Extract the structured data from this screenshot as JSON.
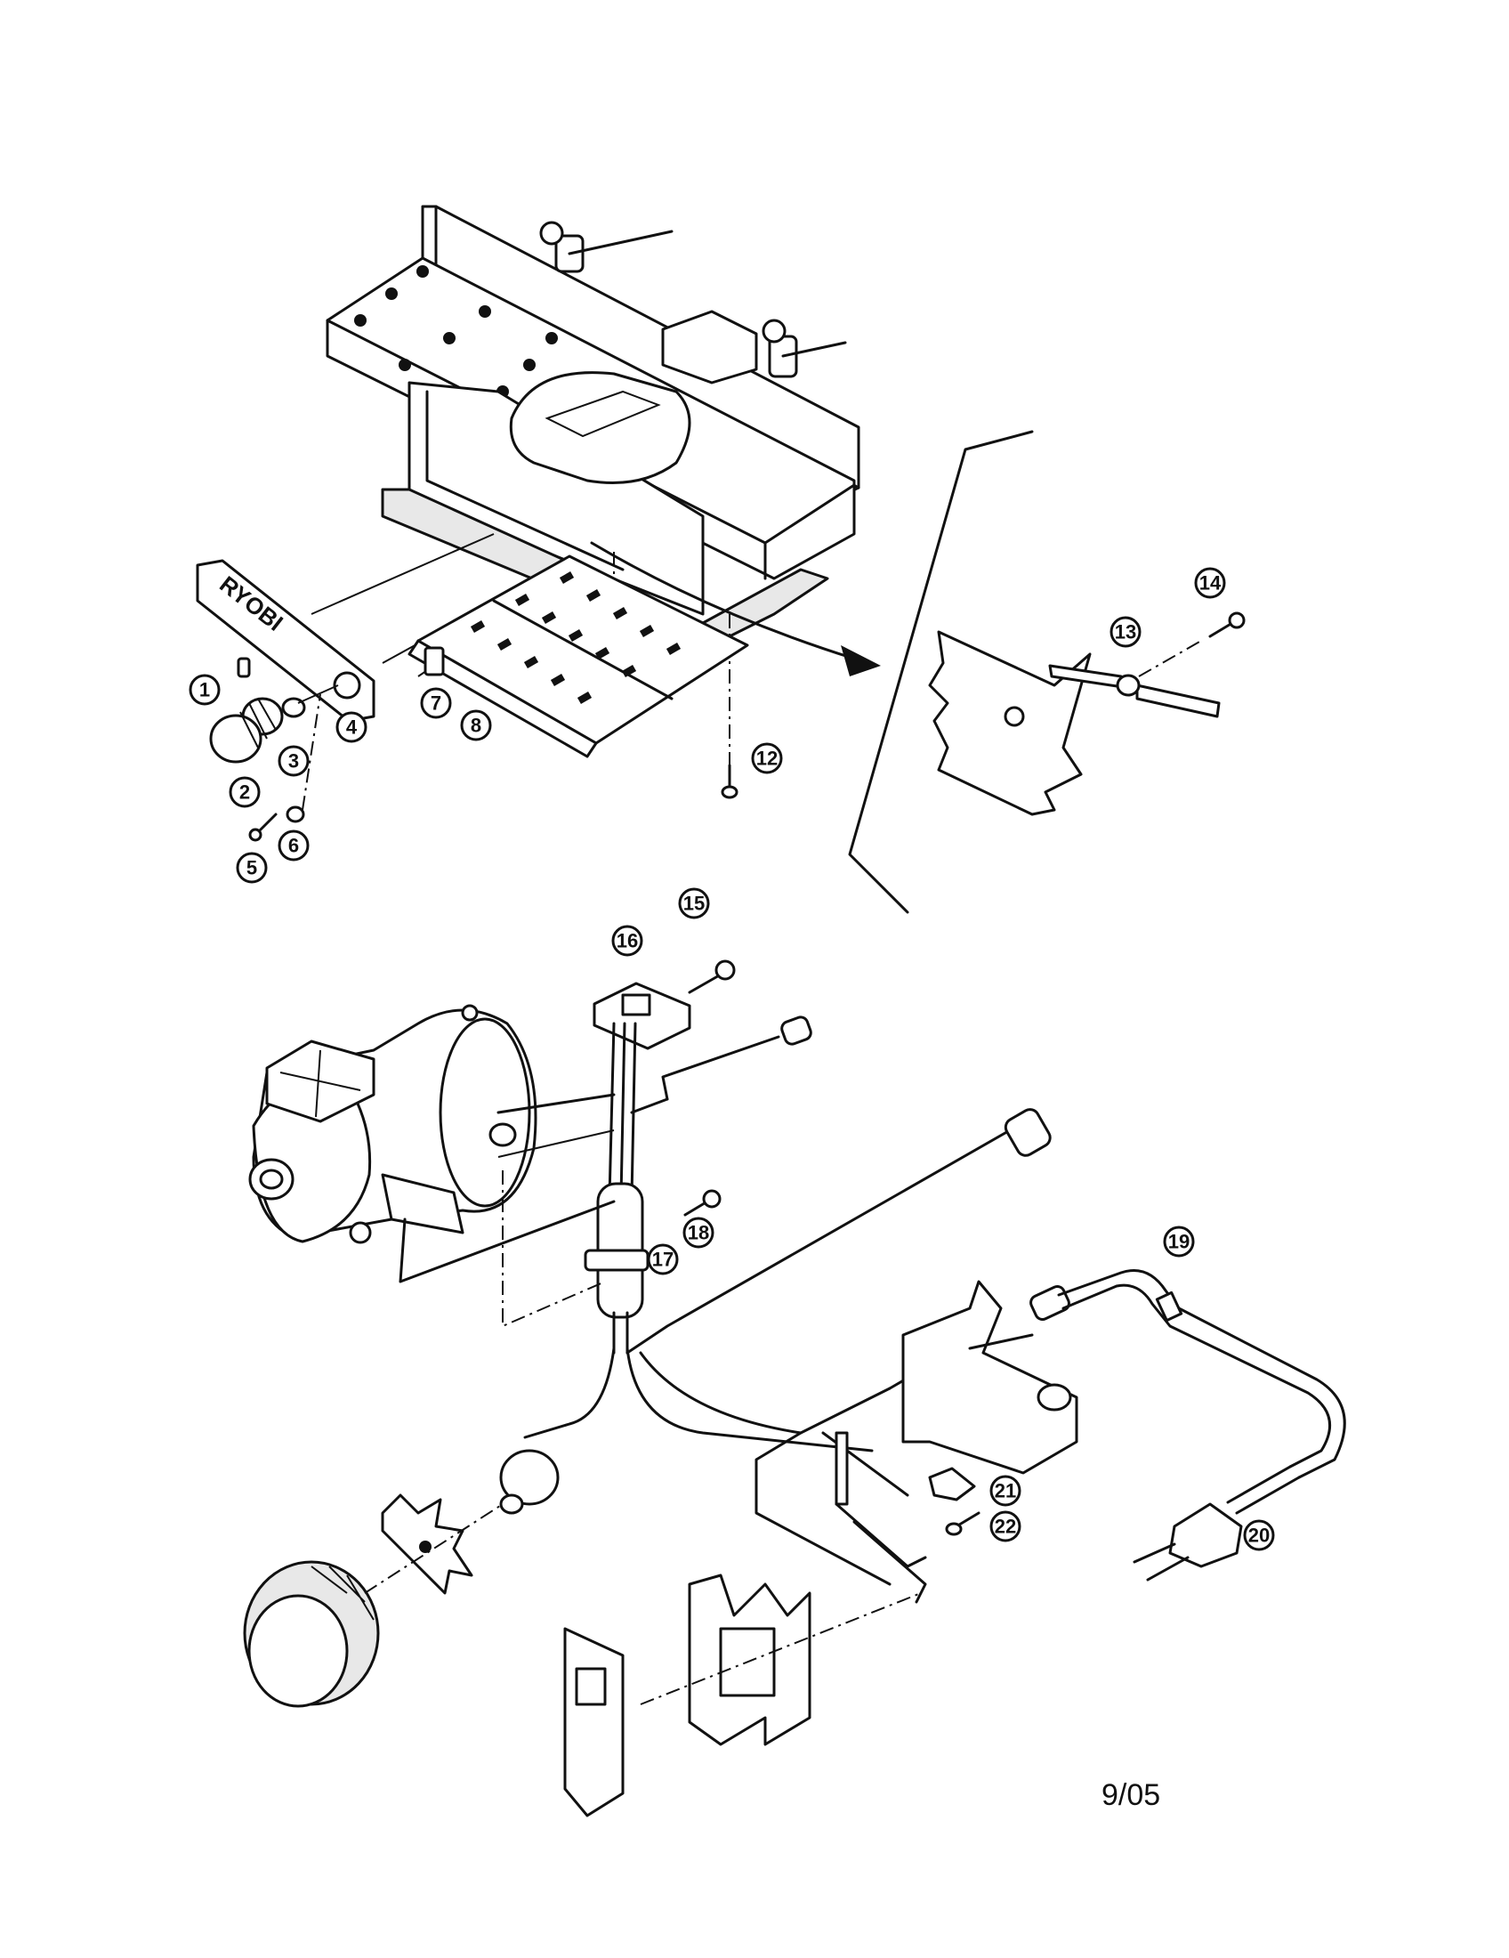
{
  "brand_label": "RYOBI",
  "date_code": "9/05",
  "callouts": [
    "1",
    "2",
    "3",
    "4",
    "5",
    "6",
    "7",
    "8",
    "12",
    "13",
    "14",
    "15",
    "16",
    "17",
    "18",
    "19",
    "20",
    "21",
    "22"
  ]
}
